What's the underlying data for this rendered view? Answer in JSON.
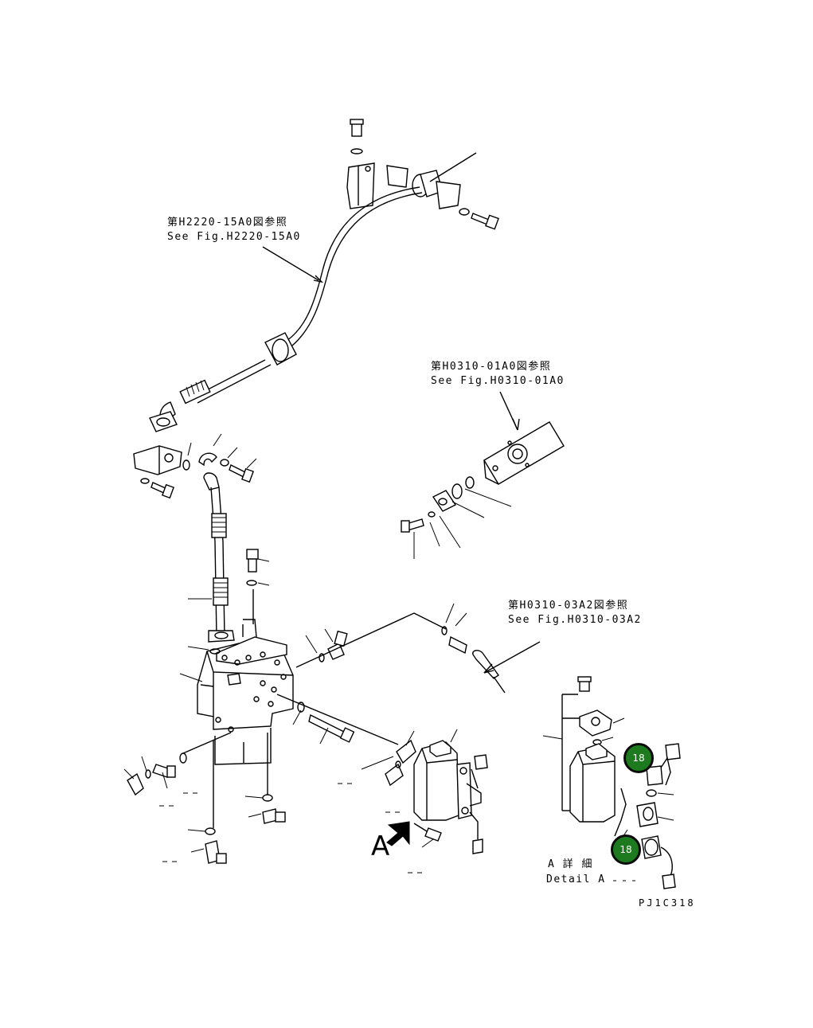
{
  "references": {
    "ref1": {
      "jp": "第H2220-15A0図参照",
      "en": "See Fig.H2220-15A0"
    },
    "ref2": {
      "jp": "第H0310-01A0図参照",
      "en": "See Fig.H0310-01A0"
    },
    "ref3": {
      "jp": "第H0310-03A2図参照",
      "en": "See Fig.H0310-03A2"
    }
  },
  "view_marker": "A",
  "detail": {
    "jp": "A 詳 細",
    "en": "Detail A"
  },
  "drawing_code": "PJ1C318",
  "callouts": [
    {
      "id": "callout-18-upper",
      "number": "18",
      "color": "#1e7a1e"
    },
    {
      "id": "callout-18-lower",
      "number": "18",
      "color": "#1e7a1e"
    }
  ]
}
